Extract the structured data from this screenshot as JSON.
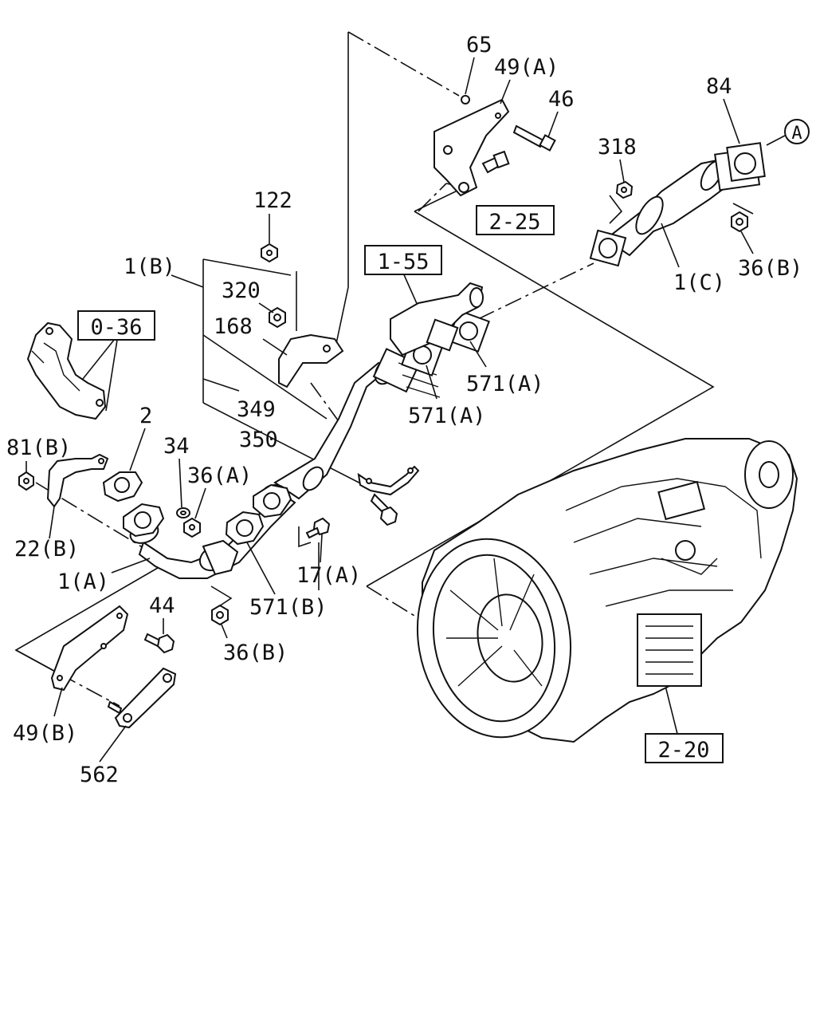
{
  "diagram": {
    "callouts": [
      {
        "id": "c65",
        "text": "65"
      },
      {
        "id": "c49a",
        "text": "49(A)"
      },
      {
        "id": "c46",
        "text": "46"
      },
      {
        "id": "c84",
        "text": "84"
      },
      {
        "id": "c318",
        "text": "318"
      },
      {
        "id": "c122",
        "text": "122"
      },
      {
        "id": "c1b",
        "text": "1(B)"
      },
      {
        "id": "c320",
        "text": "320"
      },
      {
        "id": "c168",
        "text": "168"
      },
      {
        "id": "c1c",
        "text": "1(C)"
      },
      {
        "id": "c36b_top",
        "text": "36(B)"
      },
      {
        "id": "c571a_1",
        "text": "571(A)"
      },
      {
        "id": "c571a_2",
        "text": "571(A)"
      },
      {
        "id": "c349",
        "text": "349"
      },
      {
        "id": "c350",
        "text": "350"
      },
      {
        "id": "c2",
        "text": "2"
      },
      {
        "id": "c34",
        "text": "34"
      },
      {
        "id": "c36a",
        "text": "36(A)"
      },
      {
        "id": "c81b",
        "text": "81(B)"
      },
      {
        "id": "c22b",
        "text": "22(B)"
      },
      {
        "id": "c1a",
        "text": "1(A)"
      },
      {
        "id": "c17a",
        "text": "17(A)"
      },
      {
        "id": "c571b",
        "text": "571(B)"
      },
      {
        "id": "c44",
        "text": "44"
      },
      {
        "id": "c36b_bot",
        "text": "36(B)"
      },
      {
        "id": "c49b",
        "text": "49(B)"
      },
      {
        "id": "c562",
        "text": "562"
      }
    ],
    "boxed_refs": [
      {
        "id": "r225",
        "text": "2-25"
      },
      {
        "id": "r155",
        "text": "1-55"
      },
      {
        "id": "r036",
        "text": "0-36"
      },
      {
        "id": "r220",
        "text": "2-20"
      }
    ],
    "circle_ref": "A"
  }
}
